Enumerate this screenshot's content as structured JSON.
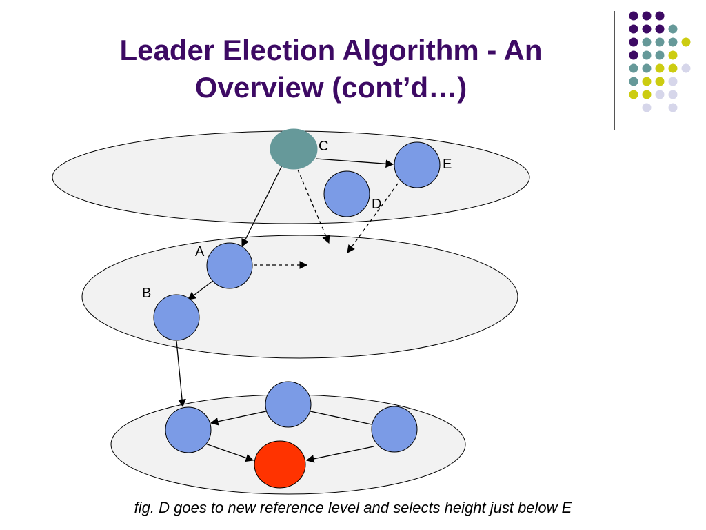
{
  "slide": {
    "title_line1": "Leader Election Algorithm - An",
    "title_line2": "Overview (cont’d…)",
    "caption": "fig. D goes to new reference level and selects height just below E"
  },
  "colors": {
    "title": "#3d0a64",
    "node_default": "#7b9be6",
    "node_c": "#66999a",
    "node_leader": "#ff3300",
    "ellipse_fill": "#f2f2f2",
    "dot_purple": "#3d0a64",
    "dot_teal": "#669999",
    "dot_yellow": "#cccc11",
    "dot_lavender": "#d6d6ea"
  },
  "diagram": {
    "levels": [
      "top-level",
      "middle-level",
      "bottom-level"
    ],
    "nodes": [
      {
        "id": "C",
        "label": "C",
        "level": "top-level",
        "role": "c"
      },
      {
        "id": "E",
        "label": "E",
        "level": "top-level",
        "role": "default"
      },
      {
        "id": "D",
        "label": "D",
        "level": "top-level",
        "role": "default"
      },
      {
        "id": "A",
        "label": "A",
        "level": "middle-level",
        "role": "default"
      },
      {
        "id": "B",
        "label": "B",
        "level": "middle-level",
        "role": "default"
      },
      {
        "id": "P",
        "label": "",
        "level": "bottom-level",
        "role": "default"
      },
      {
        "id": "Q",
        "label": "",
        "level": "bottom-level",
        "role": "default"
      },
      {
        "id": "R",
        "label": "",
        "level": "bottom-level",
        "role": "default"
      },
      {
        "id": "L",
        "label": "",
        "level": "bottom-level",
        "role": "leader"
      }
    ],
    "edges": [
      {
        "from": "C",
        "to": "E",
        "style": "solid"
      },
      {
        "from": "C",
        "to": "A",
        "style": "solid"
      },
      {
        "from": "C",
        "to": "middle-level",
        "style": "dashed"
      },
      {
        "from": "E",
        "to": "middle-level",
        "style": "dashed"
      },
      {
        "from": "A",
        "to": "middle-level",
        "style": "dashed"
      },
      {
        "from": "A",
        "to": "B",
        "style": "solid"
      },
      {
        "from": "B",
        "to": "P",
        "style": "solid"
      },
      {
        "from": "Q",
        "to": "P",
        "style": "solid"
      },
      {
        "from": "Q",
        "to": "R",
        "style": "solid"
      },
      {
        "from": "P",
        "to": "L",
        "style": "solid"
      },
      {
        "from": "R",
        "to": "L",
        "style": "solid"
      }
    ]
  },
  "decor": {
    "dot_grid": [
      [
        "purple",
        "purple",
        "purple",
        "",
        ""
      ],
      [
        "purple",
        "purple",
        "purple",
        "teal",
        ""
      ],
      [
        "purple",
        "teal",
        "teal",
        "teal",
        "yellow"
      ],
      [
        "purple",
        "teal",
        "teal",
        "yellow",
        ""
      ],
      [
        "teal",
        "teal",
        "yellow",
        "yellow",
        "lavender"
      ],
      [
        "teal",
        "yellow",
        "yellow",
        "lavender",
        ""
      ],
      [
        "yellow",
        "yellow",
        "lavender",
        "lavender",
        ""
      ],
      [
        "",
        "lavender",
        "",
        "lavender",
        ""
      ]
    ]
  }
}
